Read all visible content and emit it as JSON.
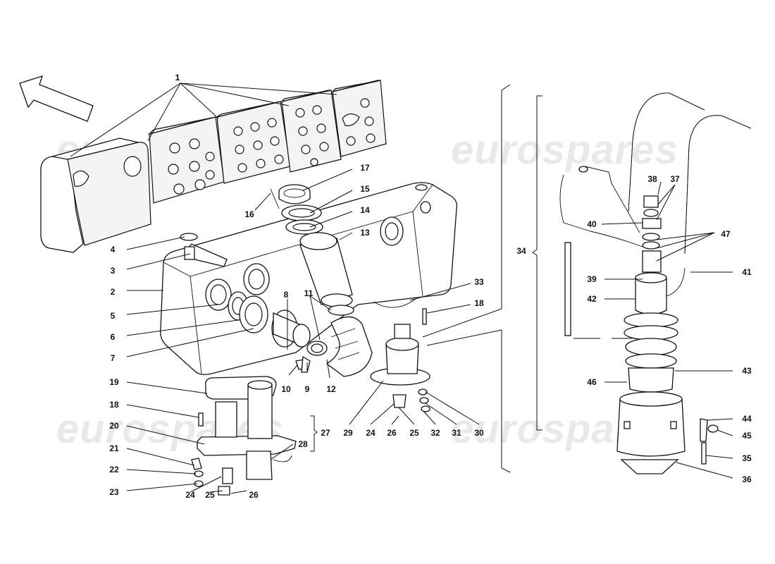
{
  "watermarks": [
    {
      "text": "eurospares"
    },
    {
      "text": "eurospares"
    },
    {
      "text": "eurospares"
    },
    {
      "text": "eurospares"
    }
  ],
  "labels": [
    {
      "id": "1",
      "text": "1"
    },
    {
      "id": "2",
      "text": "2"
    },
    {
      "id": "3",
      "text": "3"
    },
    {
      "id": "4",
      "text": "4"
    },
    {
      "id": "5",
      "text": "5"
    },
    {
      "id": "6",
      "text": "6"
    },
    {
      "id": "7",
      "text": "7"
    },
    {
      "id": "8",
      "text": "8"
    },
    {
      "id": "9",
      "text": "9"
    },
    {
      "id": "10",
      "text": "10"
    },
    {
      "id": "11",
      "text": "11"
    },
    {
      "id": "12",
      "text": "12"
    },
    {
      "id": "13",
      "text": "13"
    },
    {
      "id": "14",
      "text": "14"
    },
    {
      "id": "15",
      "text": "15"
    },
    {
      "id": "16",
      "text": "16"
    },
    {
      "id": "17",
      "text": "17"
    },
    {
      "id": "18a",
      "text": "18"
    },
    {
      "id": "18b",
      "text": "18"
    },
    {
      "id": "19",
      "text": "19"
    },
    {
      "id": "20",
      "text": "20"
    },
    {
      "id": "21",
      "text": "21"
    },
    {
      "id": "22",
      "text": "22"
    },
    {
      "id": "23",
      "text": "23"
    },
    {
      "id": "24a",
      "text": "24"
    },
    {
      "id": "24b",
      "text": "24"
    },
    {
      "id": "25a",
      "text": "25"
    },
    {
      "id": "25b",
      "text": "25"
    },
    {
      "id": "26a",
      "text": "26"
    },
    {
      "id": "26b",
      "text": "26"
    },
    {
      "id": "27",
      "text": "27"
    },
    {
      "id": "28",
      "text": "28"
    },
    {
      "id": "29",
      "text": "29"
    },
    {
      "id": "30",
      "text": "30"
    },
    {
      "id": "31",
      "text": "31"
    },
    {
      "id": "32",
      "text": "32"
    },
    {
      "id": "33",
      "text": "33"
    },
    {
      "id": "34",
      "text": "34"
    },
    {
      "id": "35",
      "text": "35"
    },
    {
      "id": "36",
      "text": "36"
    },
    {
      "id": "37",
      "text": "37"
    },
    {
      "id": "38",
      "text": "38"
    },
    {
      "id": "39",
      "text": "39"
    },
    {
      "id": "40",
      "text": "40"
    },
    {
      "id": "41",
      "text": "41"
    },
    {
      "id": "42",
      "text": "42"
    },
    {
      "id": "43",
      "text": "43"
    },
    {
      "id": "44",
      "text": "44"
    },
    {
      "id": "45",
      "text": "45"
    },
    {
      "id": "46",
      "text": "46"
    },
    {
      "id": "47",
      "text": "47"
    }
  ]
}
